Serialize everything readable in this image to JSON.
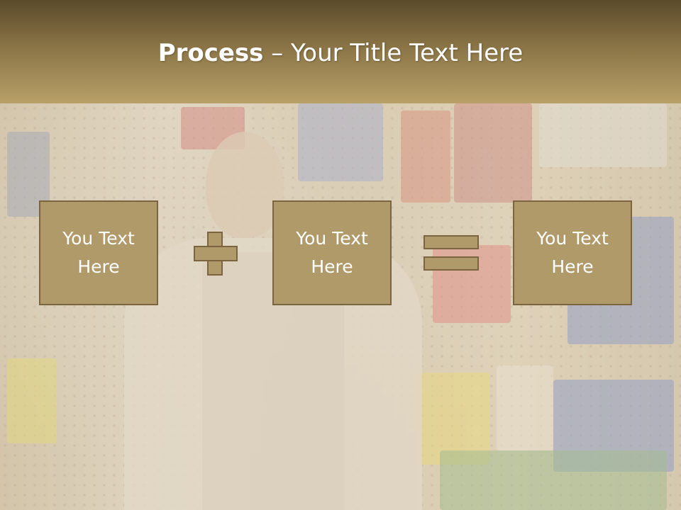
{
  "title": {
    "bold": "Process",
    "rest": " – Your Title Text Here"
  },
  "boxes": [
    {
      "text": "You Text\nHere"
    },
    {
      "text": "You Text\nHere"
    },
    {
      "text": "You Text\nHere"
    }
  ],
  "operators": [
    "plus-icon",
    "equals-icon"
  ],
  "colors": {
    "header_top": "#5a4a2a",
    "header_bottom": "#b8a068",
    "box_fill": "#b09a6a",
    "box_border": "#7a6540",
    "text": "#ffffff"
  }
}
